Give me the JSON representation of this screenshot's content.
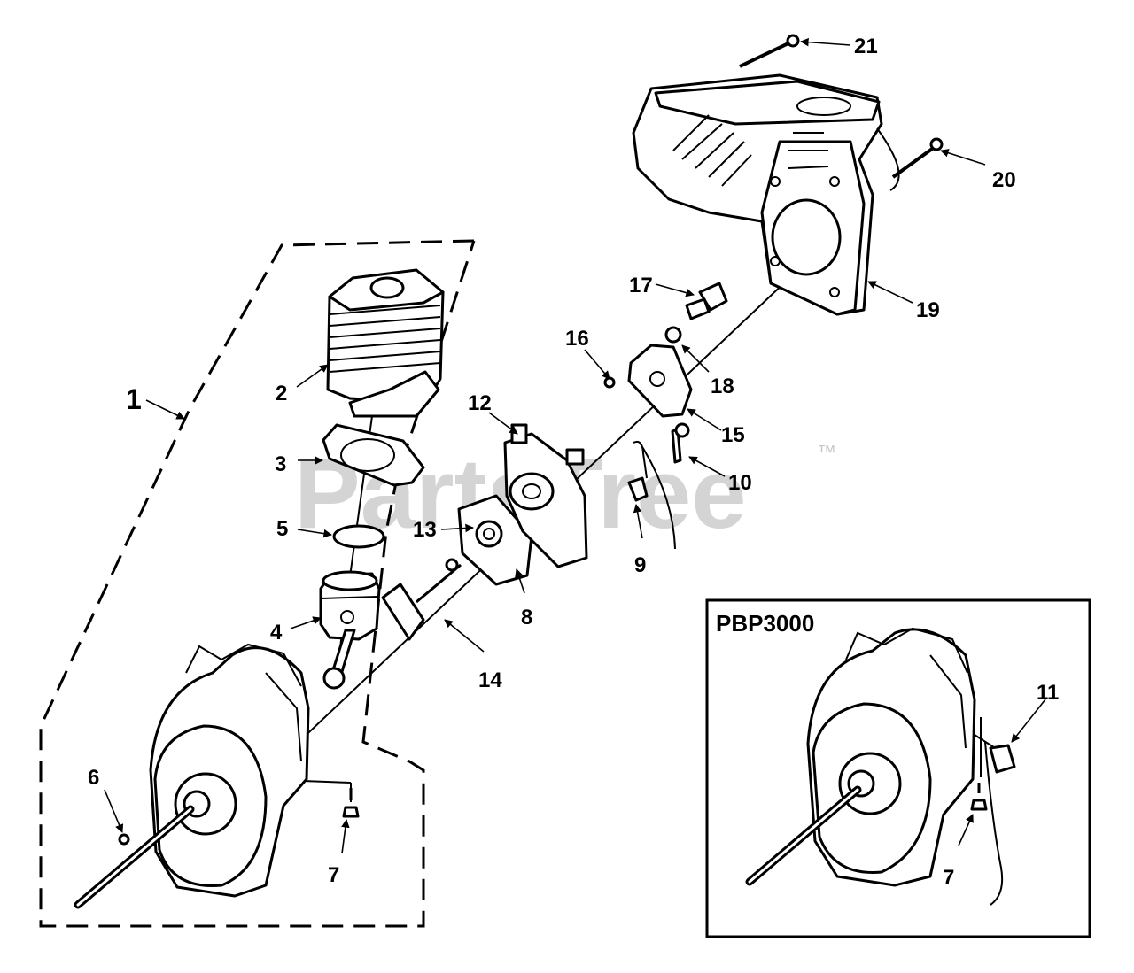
{
  "watermark": {
    "text": "PartsTree",
    "trademark": "™"
  },
  "inset": {
    "title": "PBP3000"
  },
  "callouts": {
    "c1": "1",
    "c2": "2",
    "c3": "3",
    "c4": "4",
    "c5": "5",
    "c6": "6",
    "c7": "7",
    "c7b": "7",
    "c8": "8",
    "c9": "9",
    "c10": "10",
    "c11": "11",
    "c12": "12",
    "c13": "13",
    "c14": "14",
    "c15": "15",
    "c16": "16",
    "c17": "17",
    "c18": "18",
    "c19": "19",
    "c20": "20",
    "c21": "21"
  },
  "colors": {
    "ink": "#000000",
    "watermark": "#d4d4d4",
    "background": "#ffffff"
  }
}
